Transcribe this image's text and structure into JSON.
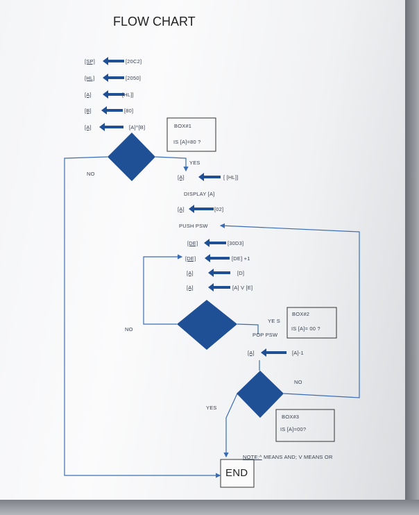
{
  "title": "FLOW CHART",
  "assignments_top": [
    {
      "dest": "[SP]",
      "src": "[20C2]"
    },
    {
      "dest": "[HL]",
      "src": "[2050]"
    },
    {
      "dest": "[A]",
      "src": "[HL]]"
    },
    {
      "dest": "[B]",
      "src": "[80]"
    },
    {
      "dest": "[A]",
      "src": "[A]^[B]"
    }
  ],
  "box1": {
    "title": "BOX#1",
    "question": "IS [A]=80 ?"
  },
  "decision1": {
    "yes": "YES",
    "no": "NO"
  },
  "step_a_hl": {
    "dest": "[A]",
    "src": "[ [HL]]"
  },
  "display": "DISPLAY [A]",
  "step_a_02": {
    "dest": "[A]",
    "src": "[02]"
  },
  "push": "PUSH PSW",
  "loop_steps": [
    {
      "dest": "[DE]",
      "src": "[30D3]"
    },
    {
      "dest": "[DE]",
      "src": "[DE] +1"
    },
    {
      "dest": "[A]",
      "src": "[D]"
    },
    {
      "dest": "[A]",
      "src": "[A] V [E]"
    }
  ],
  "box2": {
    "title": "BOX#2",
    "question": "IS [A]= 00 ?"
  },
  "decision2": {
    "yes": "YE S",
    "no": "NO"
  },
  "pop": "POP PSW",
  "step_dec": {
    "dest": "[A]",
    "src": "[A]-1"
  },
  "box3": {
    "title": "BOX#3",
    "question": "IS [A]=00?"
  },
  "decision3": {
    "yes": "YES",
    "no": "NO"
  },
  "note": {
    "label": "NOTE:^",
    "text": "MEANS AND; V MEANS OR"
  },
  "end": "END",
  "colors": {
    "shape": "#1f4f95",
    "line": "#3a6db5"
  }
}
